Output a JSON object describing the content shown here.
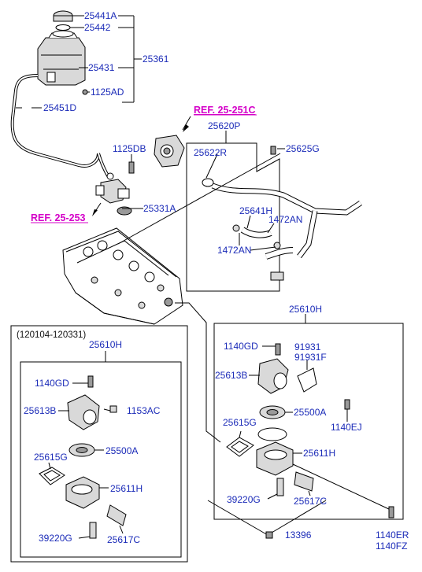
{
  "colors": {
    "part_number": "#1b2bb8",
    "reference": "#d400c8",
    "line": "#000000"
  },
  "labels": {
    "p25441A": "25441A",
    "p25442": "25442",
    "p25431": "25431",
    "p25361": "25361",
    "p1125AD": "1125AD",
    "p25451D": "25451D",
    "p1125DB": "1125DB",
    "p25331A": "25331A",
    "p25620P": "25620P",
    "p25622R": "25622R",
    "p25625G": "25625G",
    "p25641H": "25641H",
    "p1472AN_a": "1472AN",
    "p1472AN_b": "1472AN",
    "p25610H_right": "25610H",
    "p1140GD_right": "1140GD",
    "p91931": "91931",
    "p91931F": "91931F",
    "p25613B_right": "25613B",
    "p25500A_right": "25500A",
    "p1140EJ": "1140EJ",
    "p25615G_right": "25615G",
    "p25611H_right": "25611H",
    "p39220G_right": "39220G",
    "p25617C_right": "25617C",
    "p13396": "13396",
    "p1140ER": "1140ER",
    "p1140FZ": "1140FZ",
    "p25610H_left": "25610H",
    "p1140GD_left": "1140GD",
    "p25613B_left": "25613B",
    "p1153AC": "1153AC",
    "p25500A_left": "25500A",
    "p25615G_left": "25615G",
    "p25611H_left": "25611H",
    "p39220G_left": "39220G",
    "p25617C_left": "25617C"
  },
  "references": {
    "ref_25_251C": "REF. 25-251C",
    "ref_25_253": "REF. 25-253"
  },
  "variant_box": {
    "date_range": "(120104-120331)"
  }
}
